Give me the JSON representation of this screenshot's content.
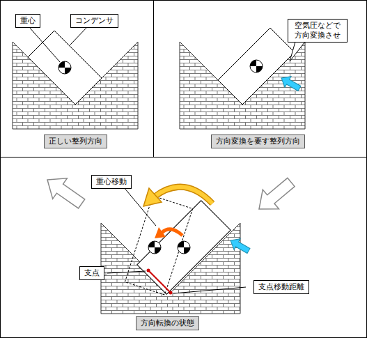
{
  "diagram": {
    "nodes": [
      {
        "text": [
          "重心"
        ]
      },
      {
        "text": [
          "コンデンサ"
        ]
      },
      {
        "text": [
          "正しい整列方向"
        ]
      },
      {
        "text": [
          "空気圧などで 方向変換させ"
        ]
      },
      {
        "text": [
          "方向変換を要す整列方向"
        ]
      },
      {
        "text": [
          "重心移動"
        ]
      },
      {
        "text": [
          "支点"
        ]
      },
      {
        "text": [
          "支点移動距離"
        ]
      },
      {
        "text": [
          "方向転換の状態"
        ]
      }
    ]
  }
}
